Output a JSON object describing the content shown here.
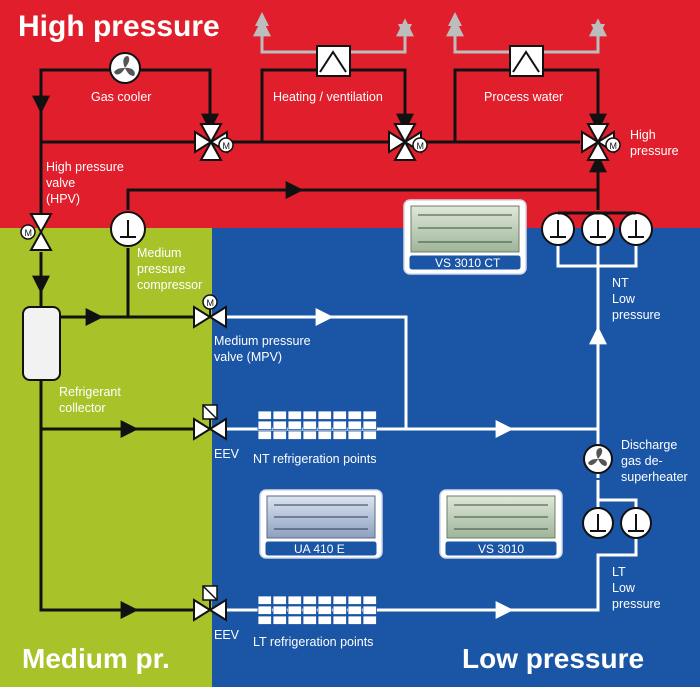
{
  "colors": {
    "high_pressure_zone": "#e11e2b",
    "medium_pressure_zone": "#a8c22a",
    "low_pressure_zone": "#1b55a6",
    "pipe_dark": "#111111",
    "pipe_light": "#ffffff",
    "exhaust_gray": "#bdbdbd"
  },
  "zones": {
    "high_title": "High pressure",
    "medium_title": "Medium pr.",
    "low_title": "Low pressure"
  },
  "labels": {
    "gas_cooler": "Gas cooler",
    "heating": "Heating / ventilation",
    "process_water": "Process water",
    "high_pressure_l1": "High",
    "high_pressure_l2": "pressure",
    "hpv_l1": "High pressure",
    "hpv_l2": "valve",
    "hpv_l3": "(HPV)",
    "mpc_l1": "Medium",
    "mpc_l2": "pressure",
    "mpc_l3": "compressor",
    "mpv_l1": "Medium pressure",
    "mpv_l2": "valve (MPV)",
    "collector_l1": "Refrigerant",
    "collector_l2": "collector",
    "eev_nt": "EEV",
    "eev_lt": "EEV",
    "nt_points": "NT refrigeration points",
    "lt_points": "LT refrigeration points",
    "nt_low_l1": "NT",
    "nt_low_l2": "Low",
    "nt_low_l3": "pressure",
    "lt_low_l1": "LT",
    "lt_low_l2": "Low",
    "lt_low_l3": "pressure",
    "desuper_l1": "Discharge",
    "desuper_l2": "gas de-",
    "desuper_l3": "superheater",
    "motor_m": "M"
  },
  "controllers": {
    "vs3010ct": "VS 3010 CT",
    "ua410e": "UA 410 E",
    "vs3010": "VS 3010"
  },
  "icons": [
    "fan-icon",
    "motor-valve-icon",
    "heat-exchanger-icon",
    "compressor-icon",
    "arrow-icon",
    "expansion-valve-icon",
    "controller-board-icon"
  ]
}
